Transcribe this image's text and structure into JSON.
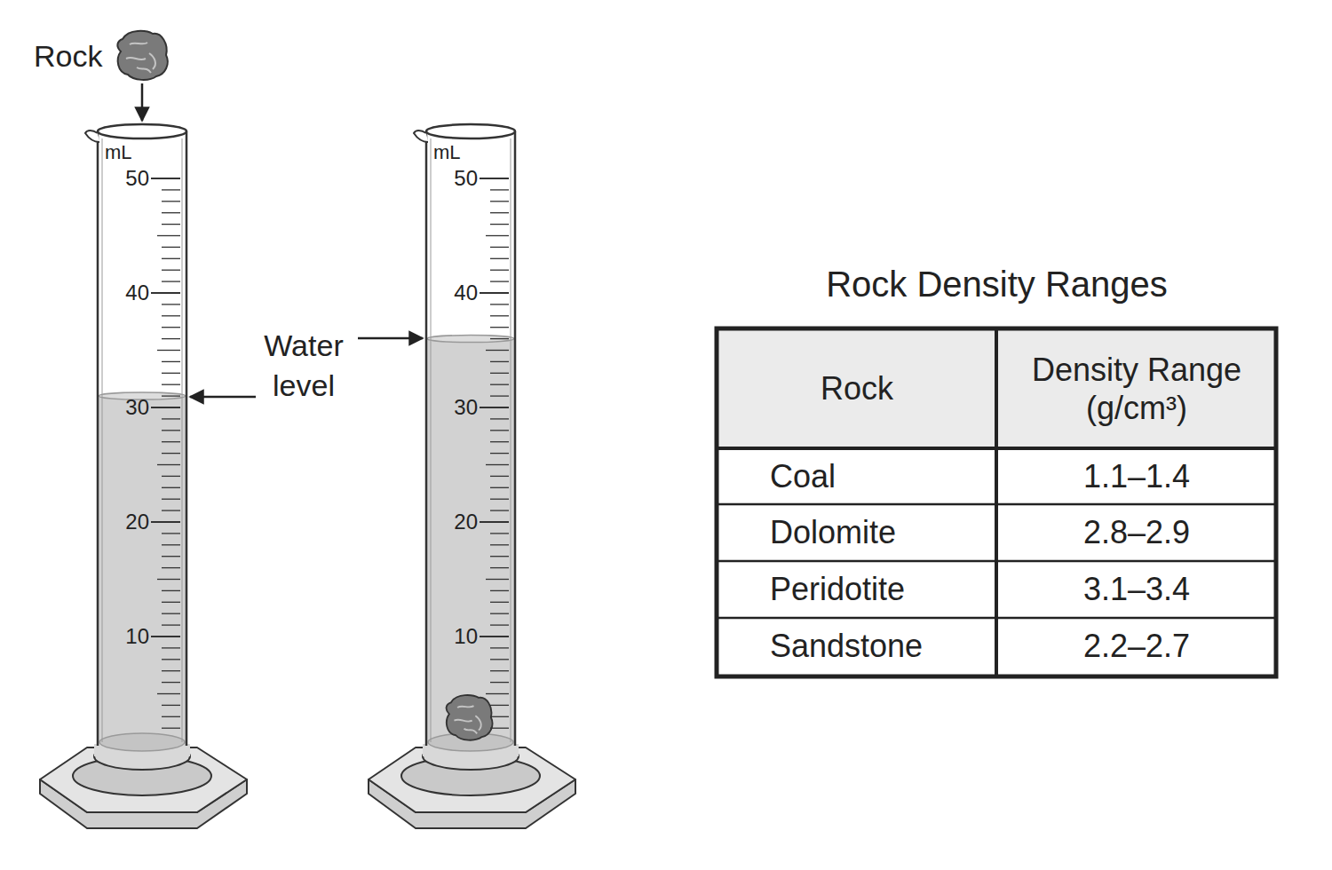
{
  "diagram": {
    "labels": [
      "Rock",
      "mL",
      "50",
      "40",
      "30",
      "20",
      "10",
      "mL",
      "50",
      "40",
      "30",
      "20",
      "10",
      "Water level",
      "Rock Density Ranges",
      "Rock",
      "Density Range (g/cm³)",
      "Coal",
      "1.1–1.4",
      "Dolomite",
      "2.8–2.9",
      "Peridotite",
      "3.1–3.4",
      "Sandstone",
      "2.2–2.7"
    ]
  }
}
